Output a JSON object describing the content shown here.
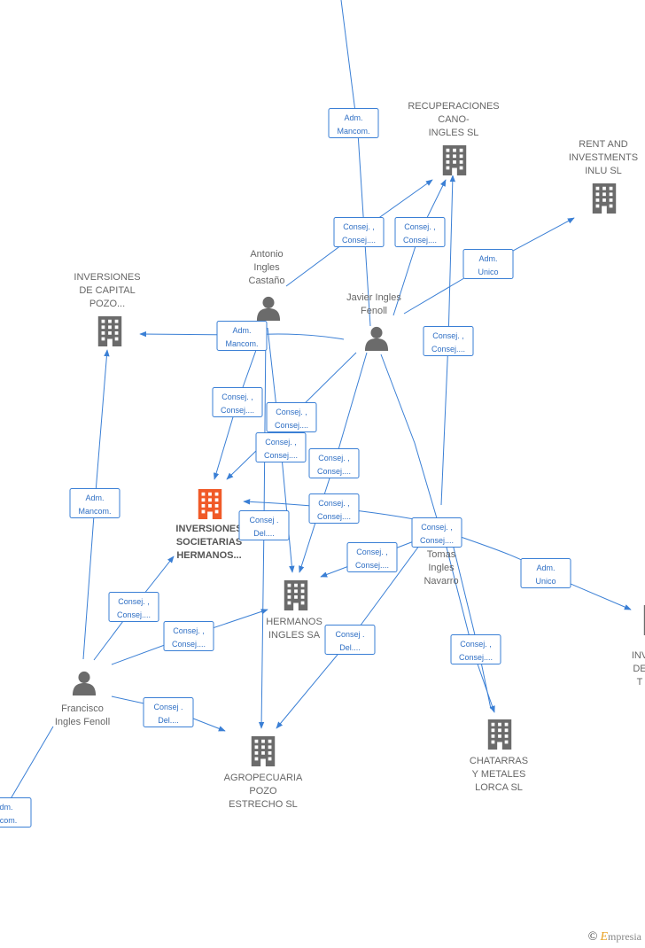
{
  "brand": {
    "copyright": "©",
    "first_letter": "E",
    "rest": "mpresia"
  },
  "colors": {
    "edge": "#3a7fd5",
    "company": "#6b6b6b",
    "focus_company": "#f05a28",
    "person": "#6b6b6b"
  },
  "companies": [
    {
      "id": "recuperaciones",
      "lines": [
        "RECUPERACIONES",
        "CANO-",
        "INGLES  SL"
      ],
      "focus": false
    },
    {
      "id": "rent",
      "lines": [
        "RENT AND",
        "INVESTMENTS",
        "INLU  SL"
      ],
      "focus": false
    },
    {
      "id": "capital",
      "lines": [
        "INVERSIONES",
        "DE CAPITAL",
        "POZO..."
      ],
      "focus": false
    },
    {
      "id": "societarias",
      "lines": [
        "INVERSIONES",
        "SOCIETARIAS",
        "HERMANOS..."
      ],
      "focus": true
    },
    {
      "id": "hermanos",
      "lines": [
        "HERMANOS",
        "INGLES SA"
      ],
      "focus": false
    },
    {
      "id": "agropecuaria",
      "lines": [
        "AGROPECUARIA",
        "POZO",
        "ESTRECHO  SL"
      ],
      "focus": false
    },
    {
      "id": "chatarras",
      "lines": [
        "CHATARRAS",
        "Y METALES",
        "LORCA  SL"
      ],
      "focus": false
    },
    {
      "id": "inv_right",
      "lines": [
        "INV",
        "DE",
        "T"
      ],
      "focus": false
    }
  ],
  "persons": [
    {
      "id": "antonio",
      "lines": [
        "Antonio",
        "Ingles",
        "Castaño"
      ]
    },
    {
      "id": "javier",
      "lines": [
        "Javier Ingles",
        "Fenoll"
      ]
    },
    {
      "id": "tomas",
      "lines": [
        "Tomas",
        "Ingles",
        "Navarro"
      ]
    },
    {
      "id": "francisco",
      "lines": [
        "Francisco",
        "Ingles Fenoll"
      ]
    }
  ],
  "relations": [
    {
      "id": "r1",
      "lines": [
        "Adm.",
        "Mancom."
      ]
    },
    {
      "id": "r2",
      "lines": [
        "Consej. ,",
        "Consej...."
      ]
    },
    {
      "id": "r3",
      "lines": [
        "Consej. ,",
        "Consej...."
      ]
    },
    {
      "id": "r4",
      "lines": [
        "Adm.",
        "Unico"
      ]
    },
    {
      "id": "r5",
      "lines": [
        "Adm.",
        "Mancom."
      ]
    },
    {
      "id": "r6",
      "lines": [
        "Consej. ,",
        "Consej...."
      ]
    },
    {
      "id": "r7",
      "lines": [
        "Consej. ,",
        "Consej...."
      ]
    },
    {
      "id": "r8",
      "lines": [
        "Consej. ,",
        "Consej...."
      ]
    },
    {
      "id": "r9",
      "lines": [
        "Consej. ,",
        "Consej...."
      ]
    },
    {
      "id": "r10",
      "lines": [
        "Consej. ,",
        "Consej...."
      ]
    },
    {
      "id": "r11",
      "lines": [
        "Consej .",
        "Del...."
      ]
    },
    {
      "id": "r12",
      "lines": [
        "Consej. ,",
        "Consej...."
      ]
    },
    {
      "id": "r13",
      "lines": [
        "Adm.",
        "Mancom."
      ]
    },
    {
      "id": "r14",
      "lines": [
        "Consej. ,",
        "Consej...."
      ]
    },
    {
      "id": "r15",
      "lines": [
        "Consej. ,",
        "Consej...."
      ]
    },
    {
      "id": "r16",
      "lines": [
        "Adm.",
        "Unico"
      ]
    },
    {
      "id": "r17",
      "lines": [
        "Consej. ,",
        "Consej...."
      ]
    },
    {
      "id": "r18",
      "lines": [
        "Consej. ,",
        "Consej...."
      ]
    },
    {
      "id": "r19",
      "lines": [
        "Consej .",
        "Del...."
      ]
    },
    {
      "id": "r20",
      "lines": [
        "Consej. ,",
        "Consej...."
      ]
    },
    {
      "id": "r21",
      "lines": [
        "Consej .",
        "Del...."
      ]
    },
    {
      "id": "r22",
      "lines": [
        "dm.",
        "ncom."
      ]
    }
  ]
}
